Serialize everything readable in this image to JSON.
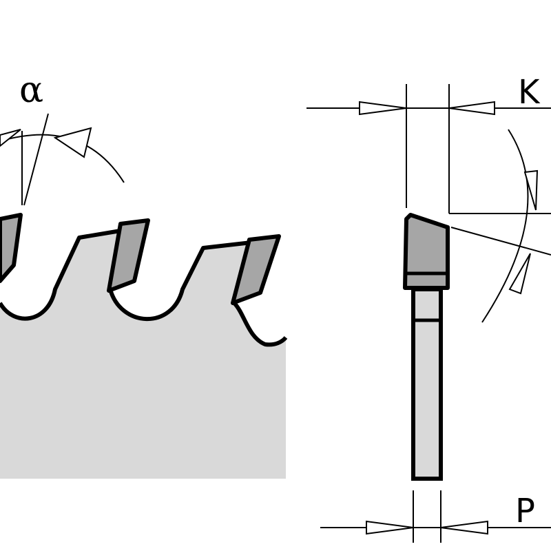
{
  "labels": {
    "alpha": "α",
    "kerf": "K",
    "plate": "P"
  },
  "colors": {
    "body_fill": "#d9d9d9",
    "tip_fill": "#a6a6a6",
    "stroke": "#000000",
    "background": "#ffffff"
  }
}
